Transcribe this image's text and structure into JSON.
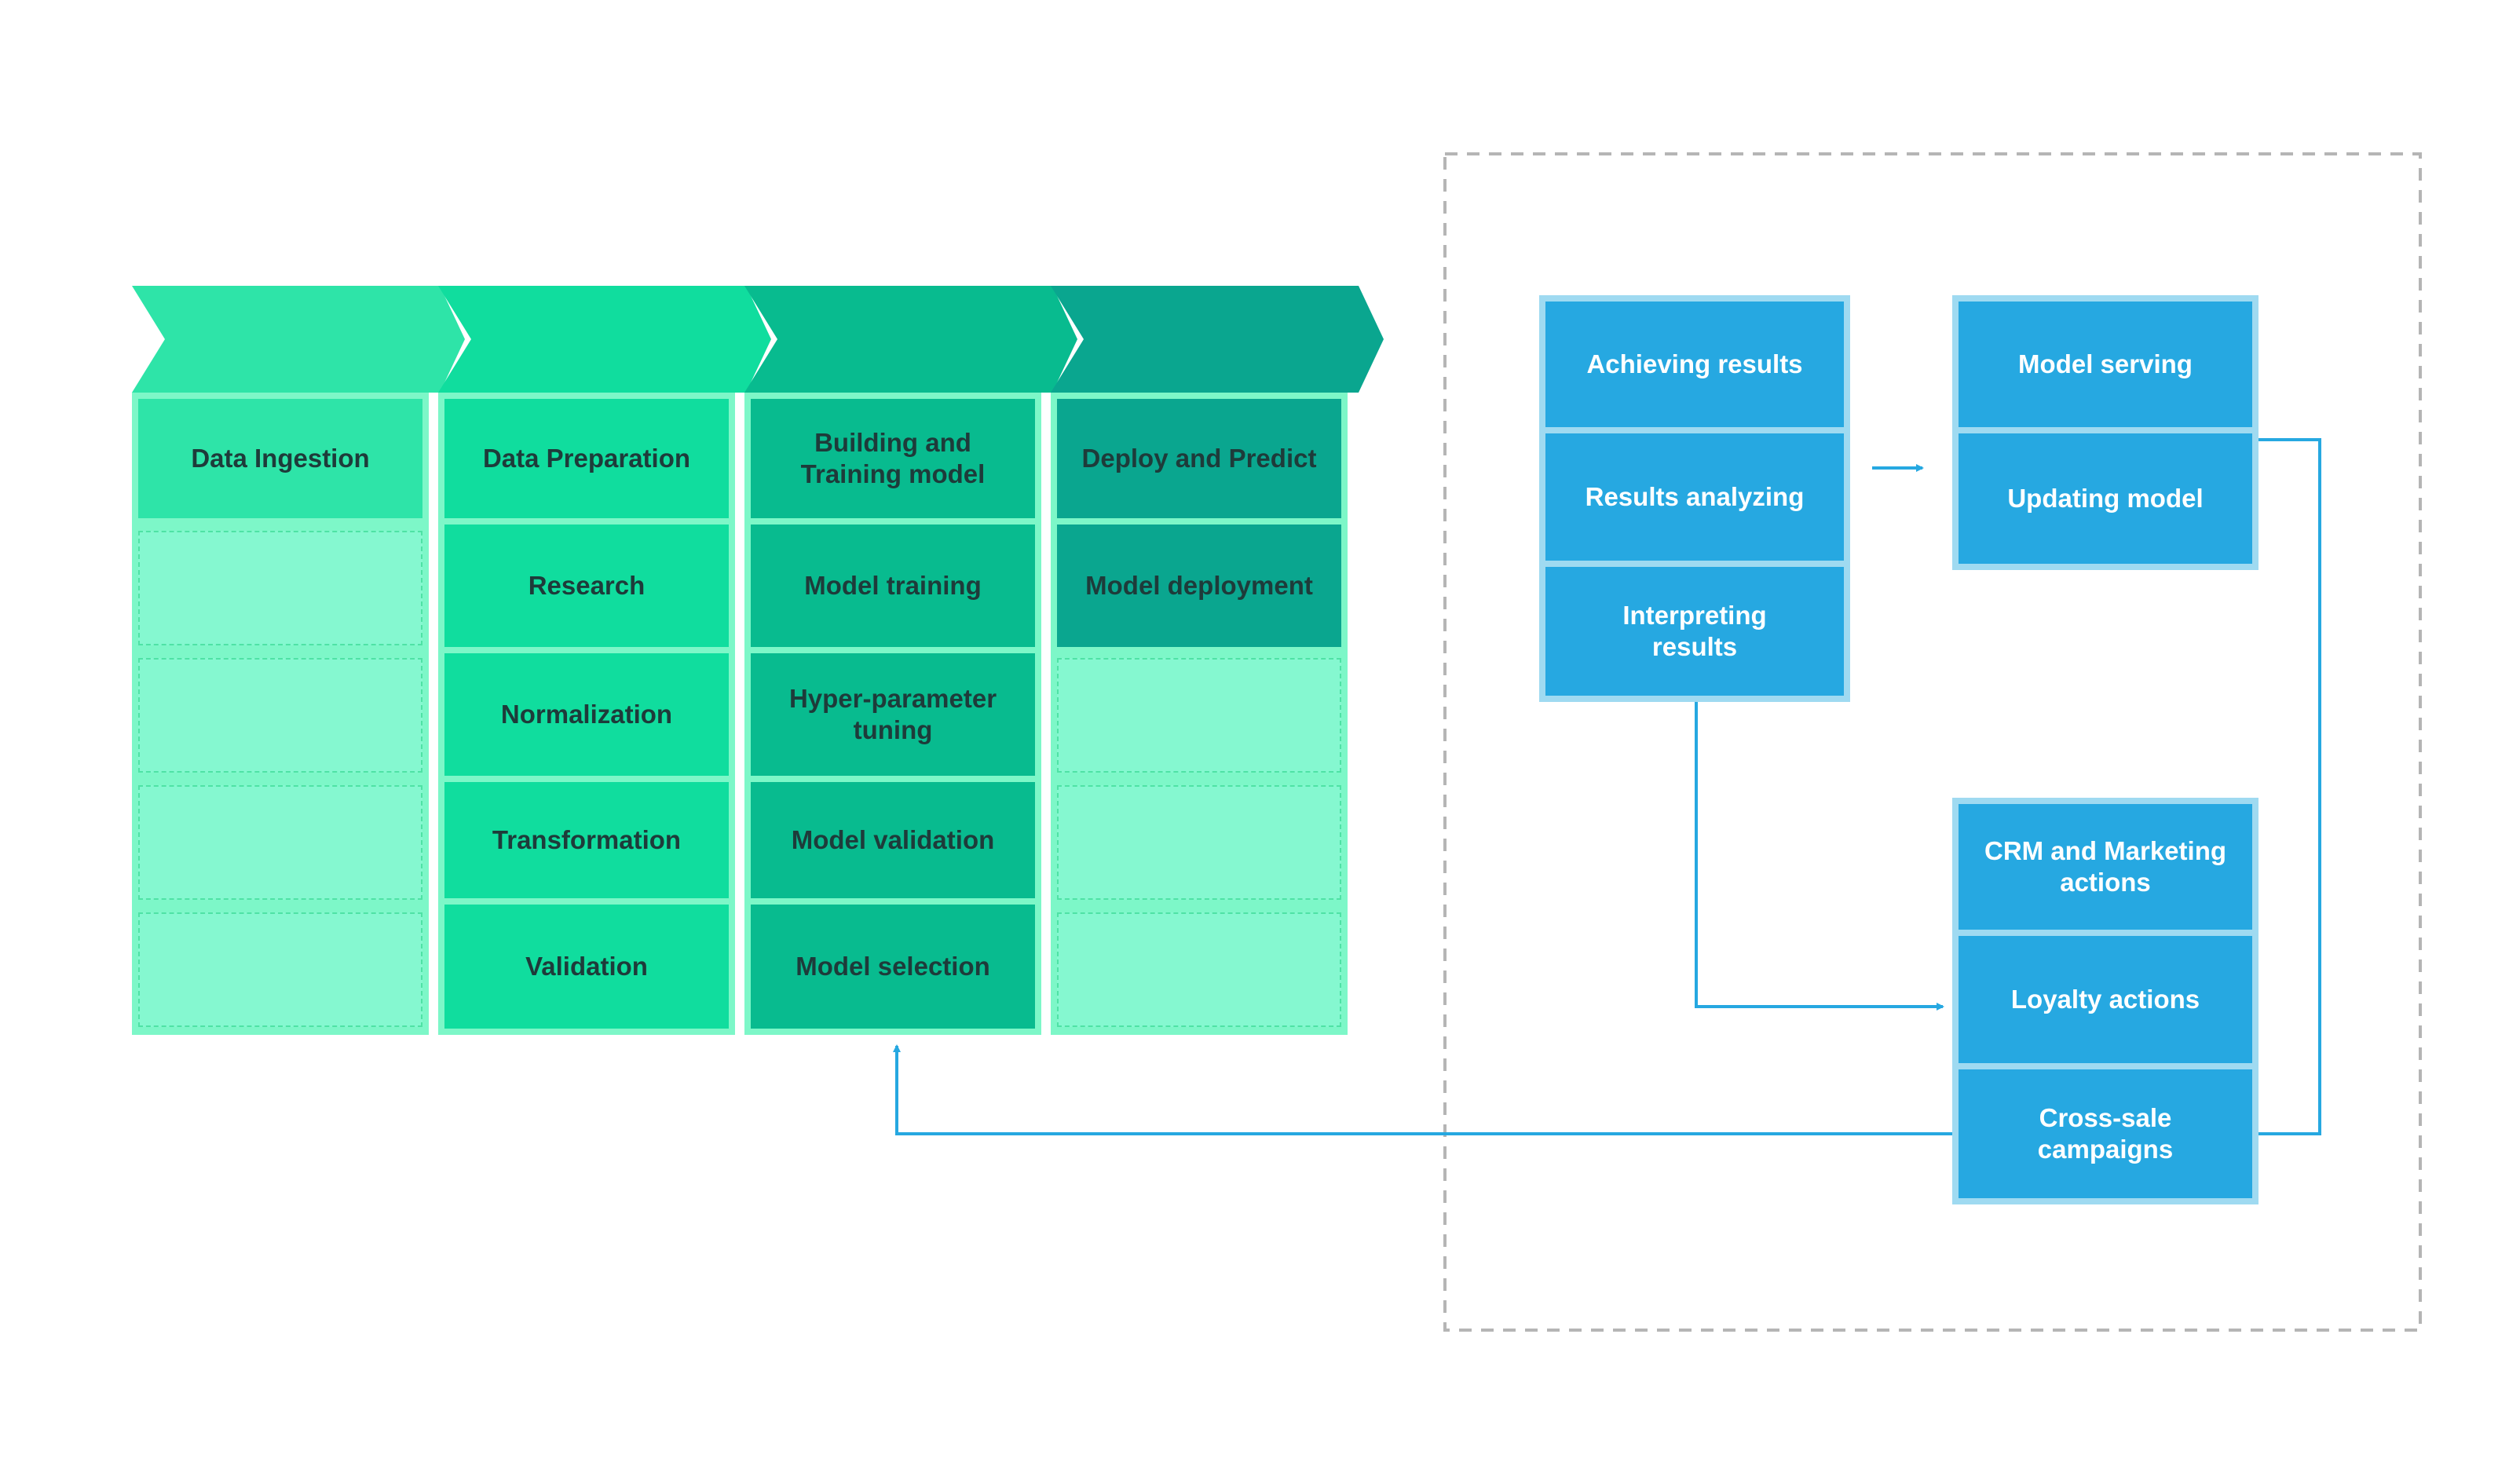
{
  "colors": {
    "chevron_1": "#2ee4a8",
    "chevron_2": "#10dd9e",
    "chevron_3": "#08bb8f",
    "chevron_4": "#0aa68f",
    "column_border": "#7df7c8",
    "empty_fill": "#85f8d0",
    "blue_fill": "#26a8e1",
    "blue_border": "#9fdaf1",
    "connector": "#26a8e1",
    "dashed_frame": "#b5b5b5"
  },
  "pipeline": {
    "columns": [
      {
        "header": "Data Ingestion",
        "items": []
      },
      {
        "header": "Data Preparation",
        "items": [
          "Research",
          "Normalization",
          "Transformation",
          "Validation"
        ]
      },
      {
        "header": "Building and\nTraining model",
        "items": [
          "Model training",
          "Hyper-parameter\ntuning",
          "Model validation",
          "Model selection"
        ]
      },
      {
        "header": "Deploy and Predict",
        "items": [
          "Model deployment"
        ]
      }
    ]
  },
  "results_block": {
    "group_left": [
      "Achieving results",
      "Results analyzing",
      "Interpreting\nresults"
    ],
    "group_top_right": [
      "Model serving",
      "Updating model"
    ],
    "group_bottom_right": [
      "CRM and Marketing\nactions",
      "Loyalty actions",
      "Cross-sale\ncampaigns"
    ]
  }
}
